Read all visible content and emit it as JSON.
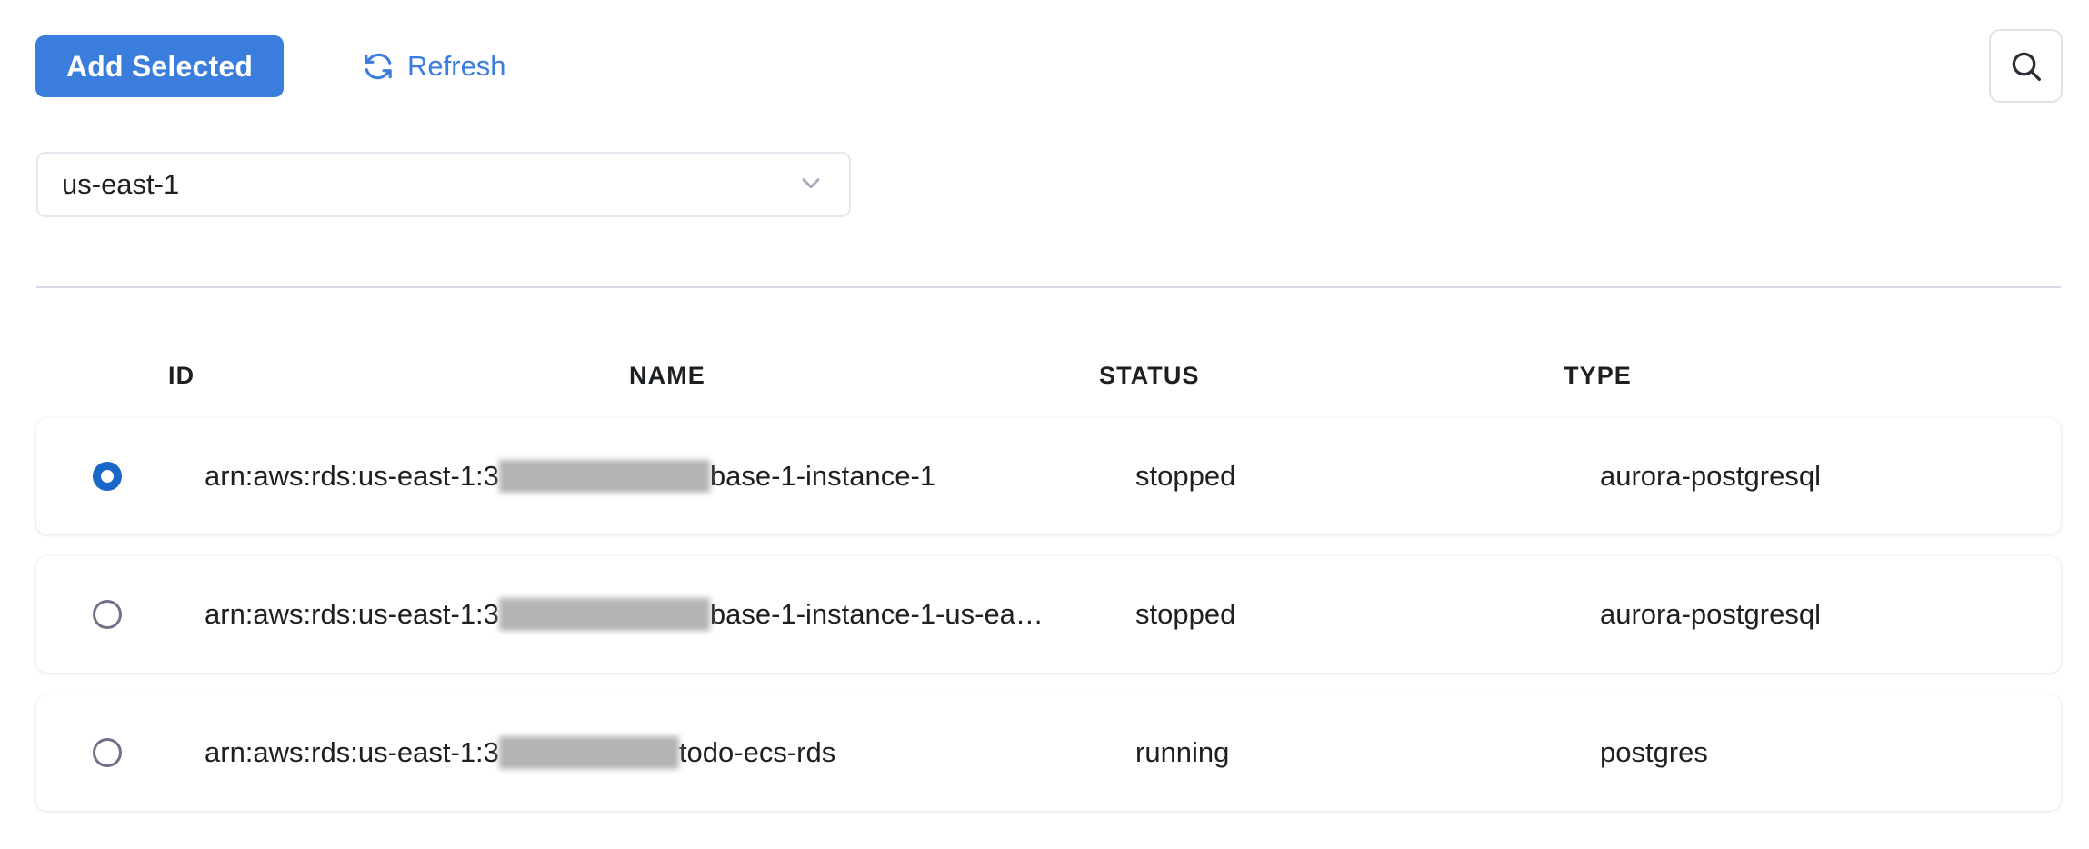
{
  "toolbar": {
    "add_selected_label": "Add Selected",
    "refresh_label": "Refresh",
    "refresh_icon": "refresh-icon",
    "search_icon": "search-icon"
  },
  "region_select": {
    "value": "us-east-1",
    "chevron_icon": "chevron-down-icon"
  },
  "table": {
    "columns": [
      {
        "key": "select",
        "label": ""
      },
      {
        "key": "id",
        "label": "ID"
      },
      {
        "key": "name",
        "label": "NAME"
      },
      {
        "key": "status",
        "label": "STATUS"
      },
      {
        "key": "type",
        "label": "TYPE"
      }
    ],
    "rows": [
      {
        "selected": true,
        "id_prefix": "arn:aws:rds:us-east-1:3",
        "id_redacted": "██████████████",
        "id_suffix": "base-1-instance-1",
        "status": "stopped",
        "type": "aurora-postgresql"
      },
      {
        "selected": false,
        "id_prefix": "arn:aws:rds:us-east-1:3",
        "id_redacted": "██████████████",
        "id_suffix": "base-1-instance-1-us-ea…",
        "status": "stopped",
        "type": "aurora-postgresql"
      },
      {
        "selected": false,
        "id_prefix": "arn:aws:rds:us-east-1:3",
        "id_redacted": "████████████",
        "id_suffix": " todo-ecs-rds",
        "status": "running",
        "type": "postgres"
      }
    ]
  },
  "colors": {
    "primary": "#3b7ddd",
    "radio_selected": "#1a66c9",
    "text": "#1d2023",
    "border": "#e6e7ef",
    "divider": "#d7dae6"
  }
}
